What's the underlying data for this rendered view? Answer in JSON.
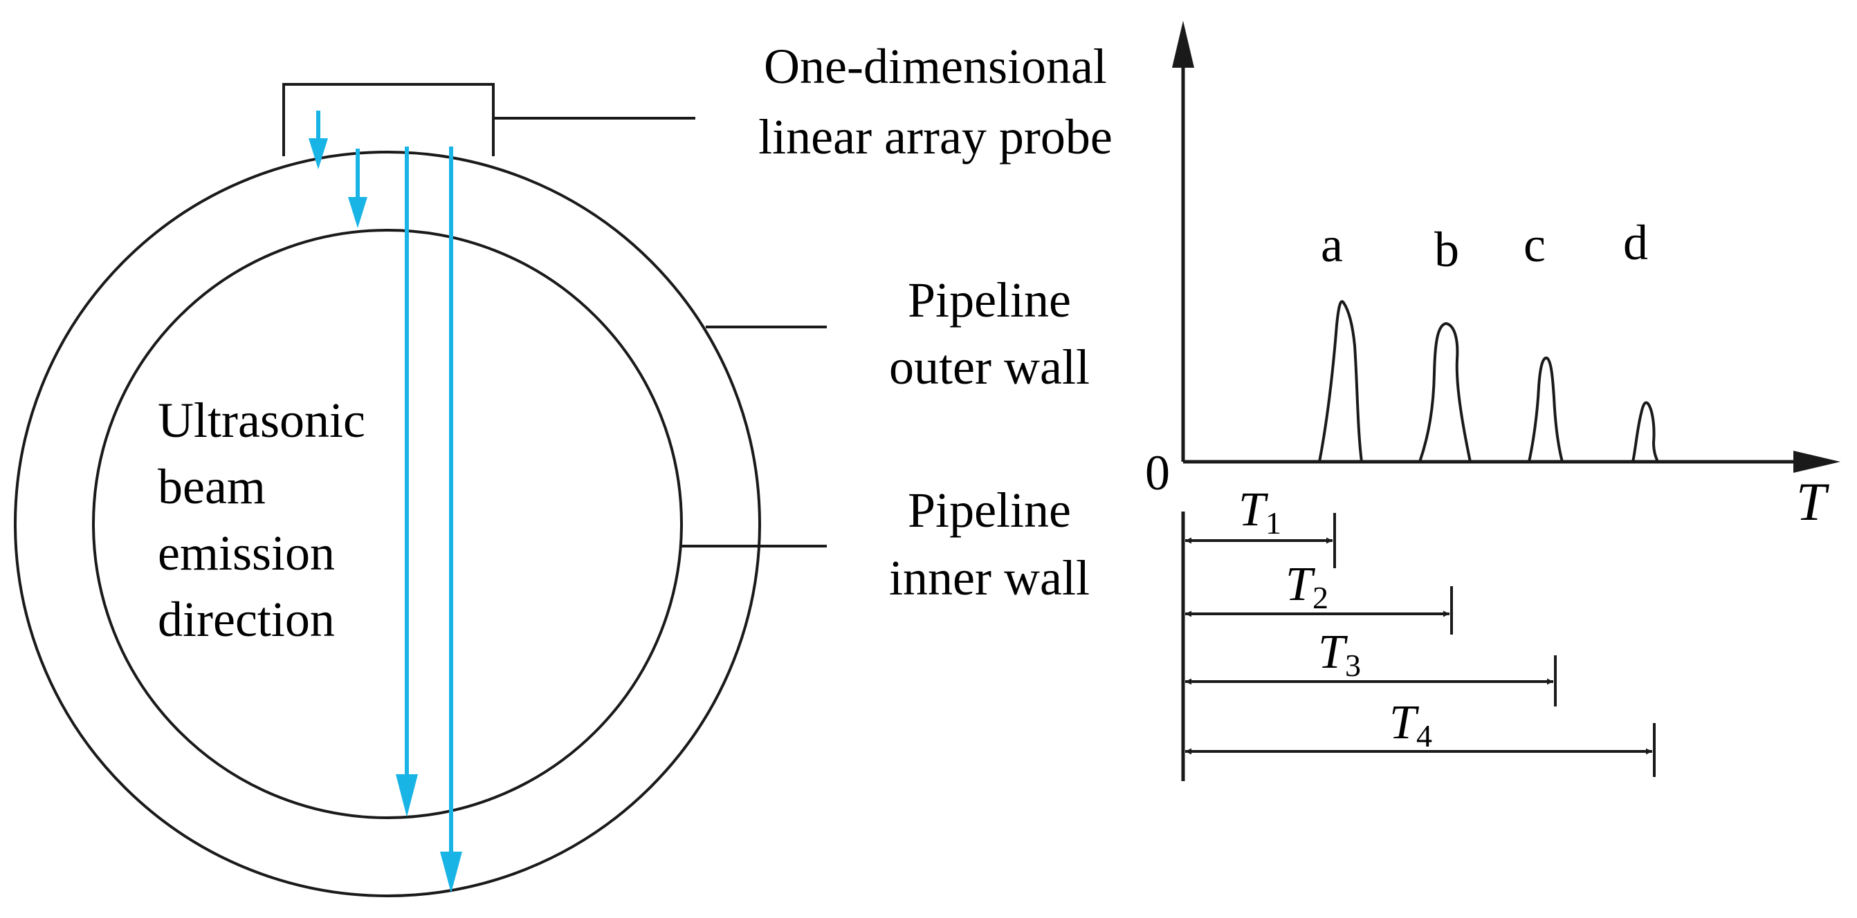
{
  "labels": {
    "probe_line1": "One-dimensional",
    "probe_line2": "linear array probe",
    "outer_line1": "Pipeline",
    "outer_line2": "outer wall",
    "inner_line1": "Pipeline",
    "inner_line2": "inner wall",
    "beam_line1": "Ultrasonic",
    "beam_line2": "beam",
    "beam_line3": "emission",
    "beam_line4": "direction"
  },
  "signal": {
    "origin": "0",
    "axis_label": "T",
    "peaks": [
      "a",
      "b",
      "c",
      "d"
    ],
    "intervals": [
      {
        "name": "T",
        "sub": "1"
      },
      {
        "name": "T",
        "sub": "2"
      },
      {
        "name": "T",
        "sub": "3"
      },
      {
        "name": "T",
        "sub": "4"
      }
    ]
  },
  "colors": {
    "beam": "#19b4e6",
    "line": "#1a1a1a"
  }
}
